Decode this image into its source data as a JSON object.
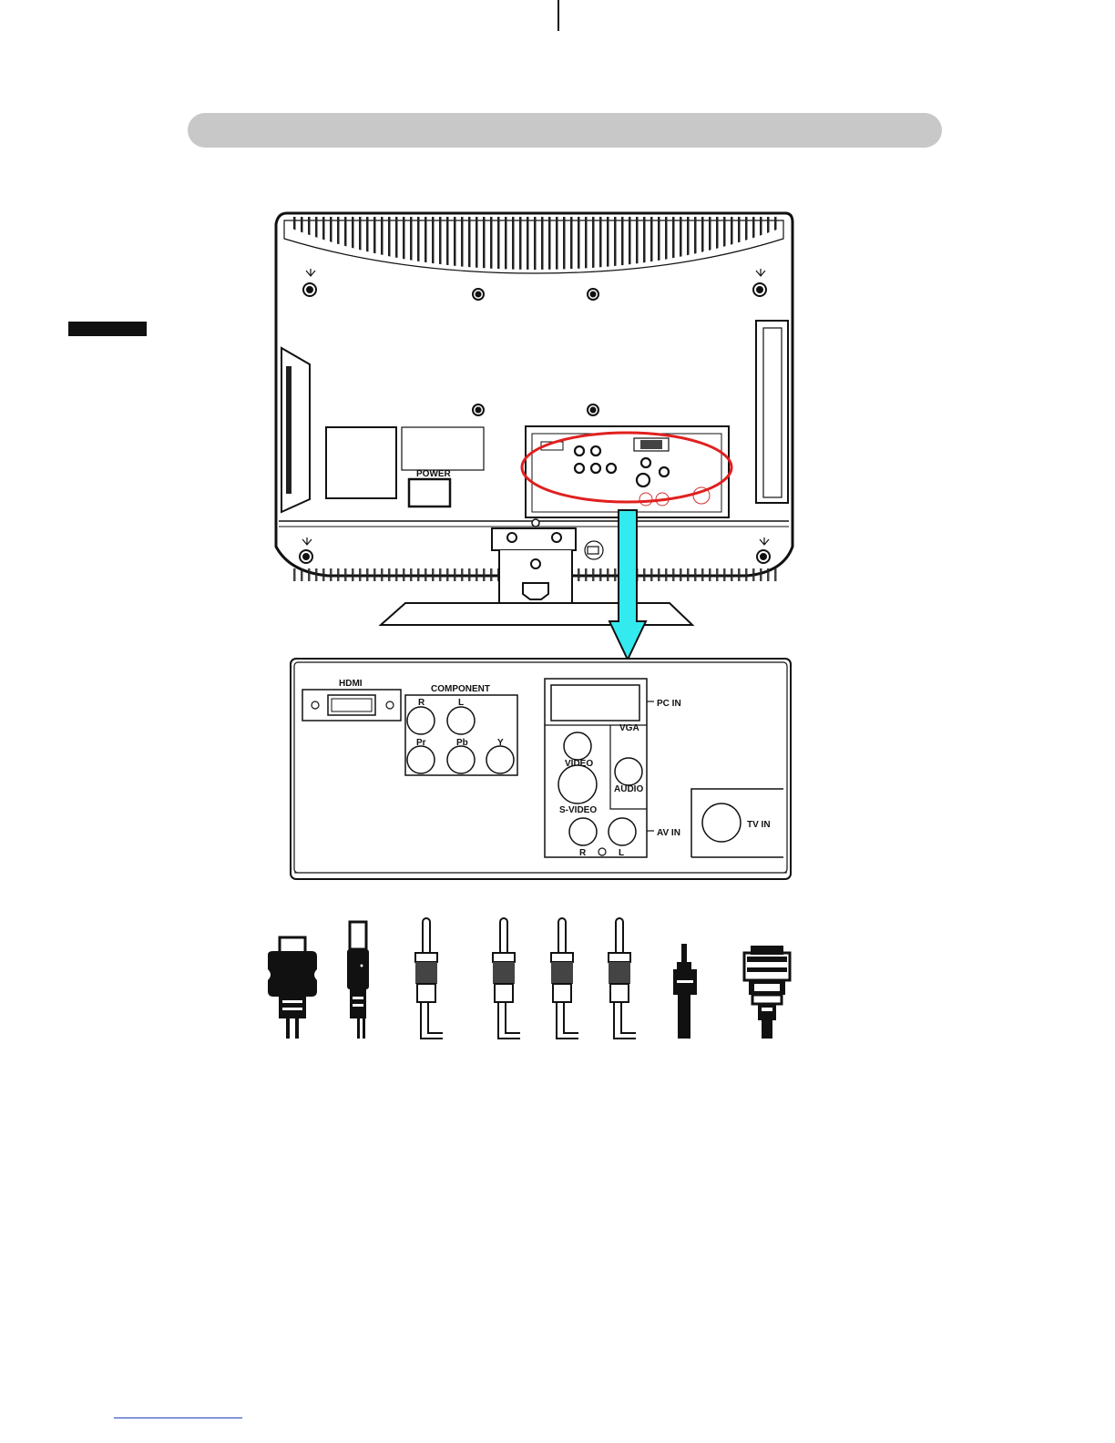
{
  "panel": {
    "hdmi": "HDMI",
    "component": "COMPONENT",
    "comp_r": "R",
    "comp_l": "L",
    "comp_pr": "Pr",
    "comp_pb": "Pb",
    "comp_y": "Y",
    "pc_in": "PC  IN",
    "vga": "VGA",
    "video": "VIDEO",
    "audio": "AUDIO",
    "s_video": "S-VIDEO",
    "av_in": "AV  IN",
    "av_r": "R",
    "av_l": "L",
    "tv_in": "TV IN"
  },
  "tv_back": {
    "power": "POWER"
  },
  "colors": {
    "title_bar": "#c8c8c8",
    "highlight": "#e0201f",
    "arrow": "#33ebef"
  },
  "cables": [
    {
      "icon": "hdmi-type-a-plug-icon"
    },
    {
      "icon": "hdmi-slim-plug-icon"
    },
    {
      "icon": "rca-plug-icon"
    },
    {
      "icon": "rca-plug-icon"
    },
    {
      "icon": "rca-plug-icon"
    },
    {
      "icon": "rca-plug-icon"
    },
    {
      "icon": "audio-jack-icon"
    },
    {
      "icon": "vga-plug-icon"
    }
  ]
}
